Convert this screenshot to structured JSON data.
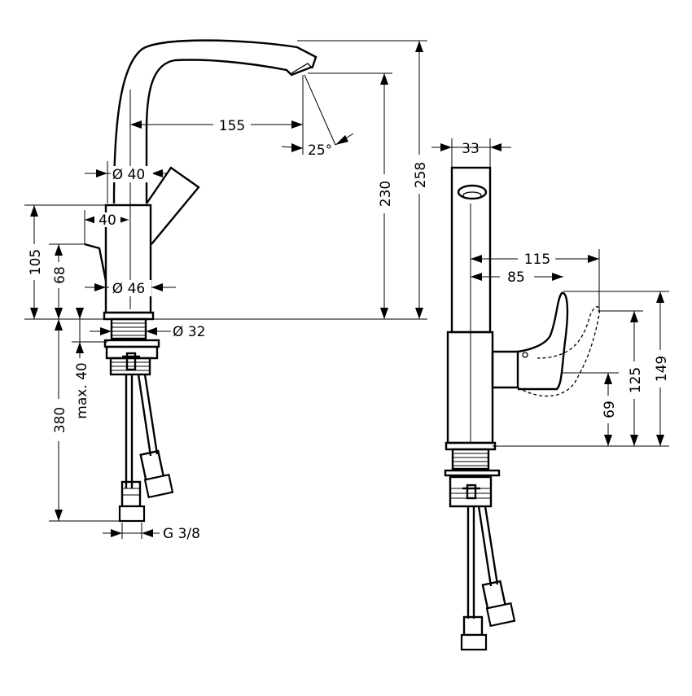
{
  "labels": {
    "spout_reach": "155",
    "spout_angle": "25°",
    "total_height": "258",
    "spout_height": "230",
    "top_diameter": "Ø 40",
    "body_width": "40",
    "body_height": "105",
    "handle_height": "68",
    "base_diameter": "Ø 46",
    "shank_diameter": "Ø 32",
    "max_thickness": "max. 40",
    "hose_length": "380",
    "connection": "G 3/8",
    "spout_width": "33",
    "side_reach_total": "115",
    "side_reach_handle": "85",
    "lever_149": "149",
    "lever_125": "125",
    "lever_69": "69"
  }
}
